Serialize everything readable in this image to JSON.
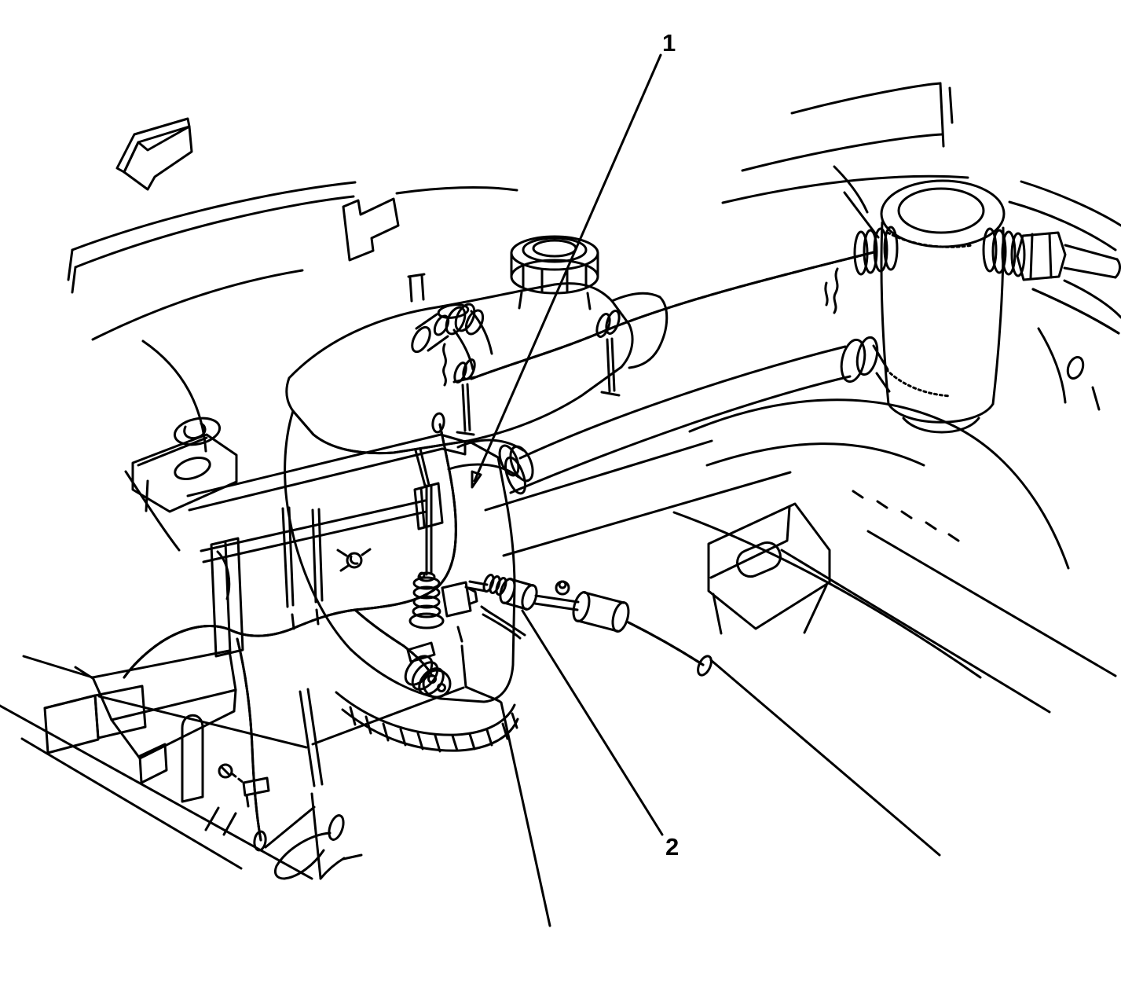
{
  "figure": {
    "subject": "Engine compartment component location line illustration",
    "background_color": "#ffffff",
    "line_color": "#000000"
  },
  "callouts": [
    {
      "label": "1"
    },
    {
      "label": "2"
    }
  ],
  "icons": {
    "direction_arrow": "vehicle-front-direction-arrow"
  }
}
